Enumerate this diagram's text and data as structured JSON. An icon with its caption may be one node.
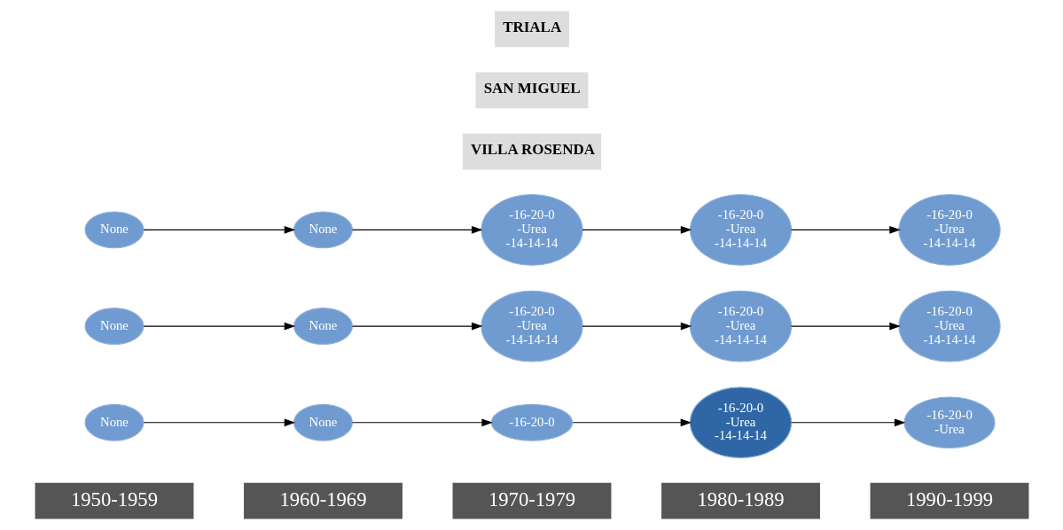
{
  "diagram": {
    "nodes": [
      {
        "text": [
          "None"
        ]
      },
      {
        "text": [
          "None"
        ]
      },
      {
        "text": [
          "-16-20-0"
        ]
      },
      {
        "text": [
          "-16-20-0",
          "-Urea",
          "-14-14-14"
        ]
      },
      {
        "text": [
          "-16-20-0",
          "-Urea"
        ]
      },
      {
        "text": [
          "None"
        ]
      },
      {
        "text": [
          "None"
        ]
      },
      {
        "text": [
          "-16-20-0",
          "-Urea",
          "-14-14-14"
        ]
      },
      {
        "text": [
          "-16-20-0",
          "-Urea",
          "-14-14-14"
        ]
      },
      {
        "text": [
          "-16-20-0",
          "-Urea",
          "-14-14-14"
        ]
      },
      {
        "text": [
          "None"
        ]
      },
      {
        "text": [
          "None"
        ]
      },
      {
        "text": [
          "-16-20-0",
          "-Urea",
          "-14-14-14"
        ]
      },
      {
        "text": [
          "-16-20-0",
          "-Urea",
          "-14-14-14"
        ]
      },
      {
        "text": [
          "-16-20-0",
          "-Urea",
          "-14-14-14"
        ]
      }
    ],
    "edges": [
      {
        "from": 0,
        "to": 1,
        "arrow": "to"
      },
      {
        "from": 1,
        "to": 2,
        "arrow": "to"
      },
      {
        "from": 2,
        "to": 3,
        "arrow": "to"
      },
      {
        "from": 3,
        "to": 4,
        "arrow": "to"
      },
      {
        "from": 5,
        "to": 6,
        "arrow": "to"
      },
      {
        "from": 6,
        "to": 7,
        "arrow": "to"
      },
      {
        "from": 7,
        "to": 8,
        "arrow": "to"
      },
      {
        "from": 8,
        "to": 9,
        "arrow": "to"
      },
      {
        "from": 10,
        "to": 11,
        "arrow": "to"
      },
      {
        "from": 11,
        "to": 12,
        "arrow": "to"
      },
      {
        "from": 12,
        "to": 13,
        "arrow": "to"
      },
      {
        "from": 13,
        "to": 14,
        "arrow": "to"
      }
    ],
    "labels": [
      "1950-1959",
      "1960-1969",
      "1970-1979",
      "1980-1989",
      "1990-1999",
      "VILLA ROSENDA",
      "SAN MIGUEL",
      "TRIALA"
    ]
  }
}
